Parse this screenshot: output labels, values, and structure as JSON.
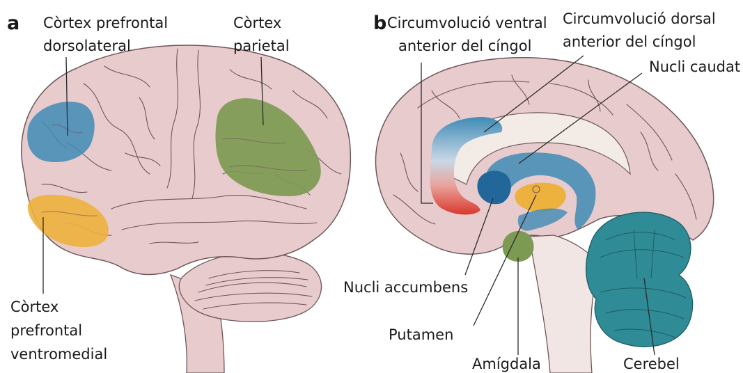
{
  "panel_a": {
    "letter": "a",
    "labels": {
      "dlpfc": [
        "Còrtex prefrontal",
        "dorsolateral"
      ],
      "parietal": [
        "Còrtex",
        "parietal"
      ],
      "vmpfc": [
        "Còrtex",
        "prefrontal",
        "ventromedial"
      ]
    }
  },
  "panel_b": {
    "letter": "b",
    "labels": {
      "vacc": [
        "Circumvolució ventral",
        "anterior del cíngol"
      ],
      "dacc": [
        "Circumvolució dorsal",
        "anterior del cíngol"
      ],
      "caudate": "Nucli caudat",
      "accumbens": "Nucli accumbens",
      "putamen": "Putamen",
      "amygdala": "Amígdala",
      "cerebellum": "Cerebel"
    }
  },
  "colors": {
    "brain_pink": "#e8cbcd",
    "outline": "#6e5659",
    "blue_region": "#3f8bb5",
    "green_region": "#7c9a52",
    "orange_region": "#edb13e",
    "red_region": "#d9382c",
    "cerebellum_teal": "#2f8b95",
    "brainstem_light": "#f1e6e3"
  }
}
